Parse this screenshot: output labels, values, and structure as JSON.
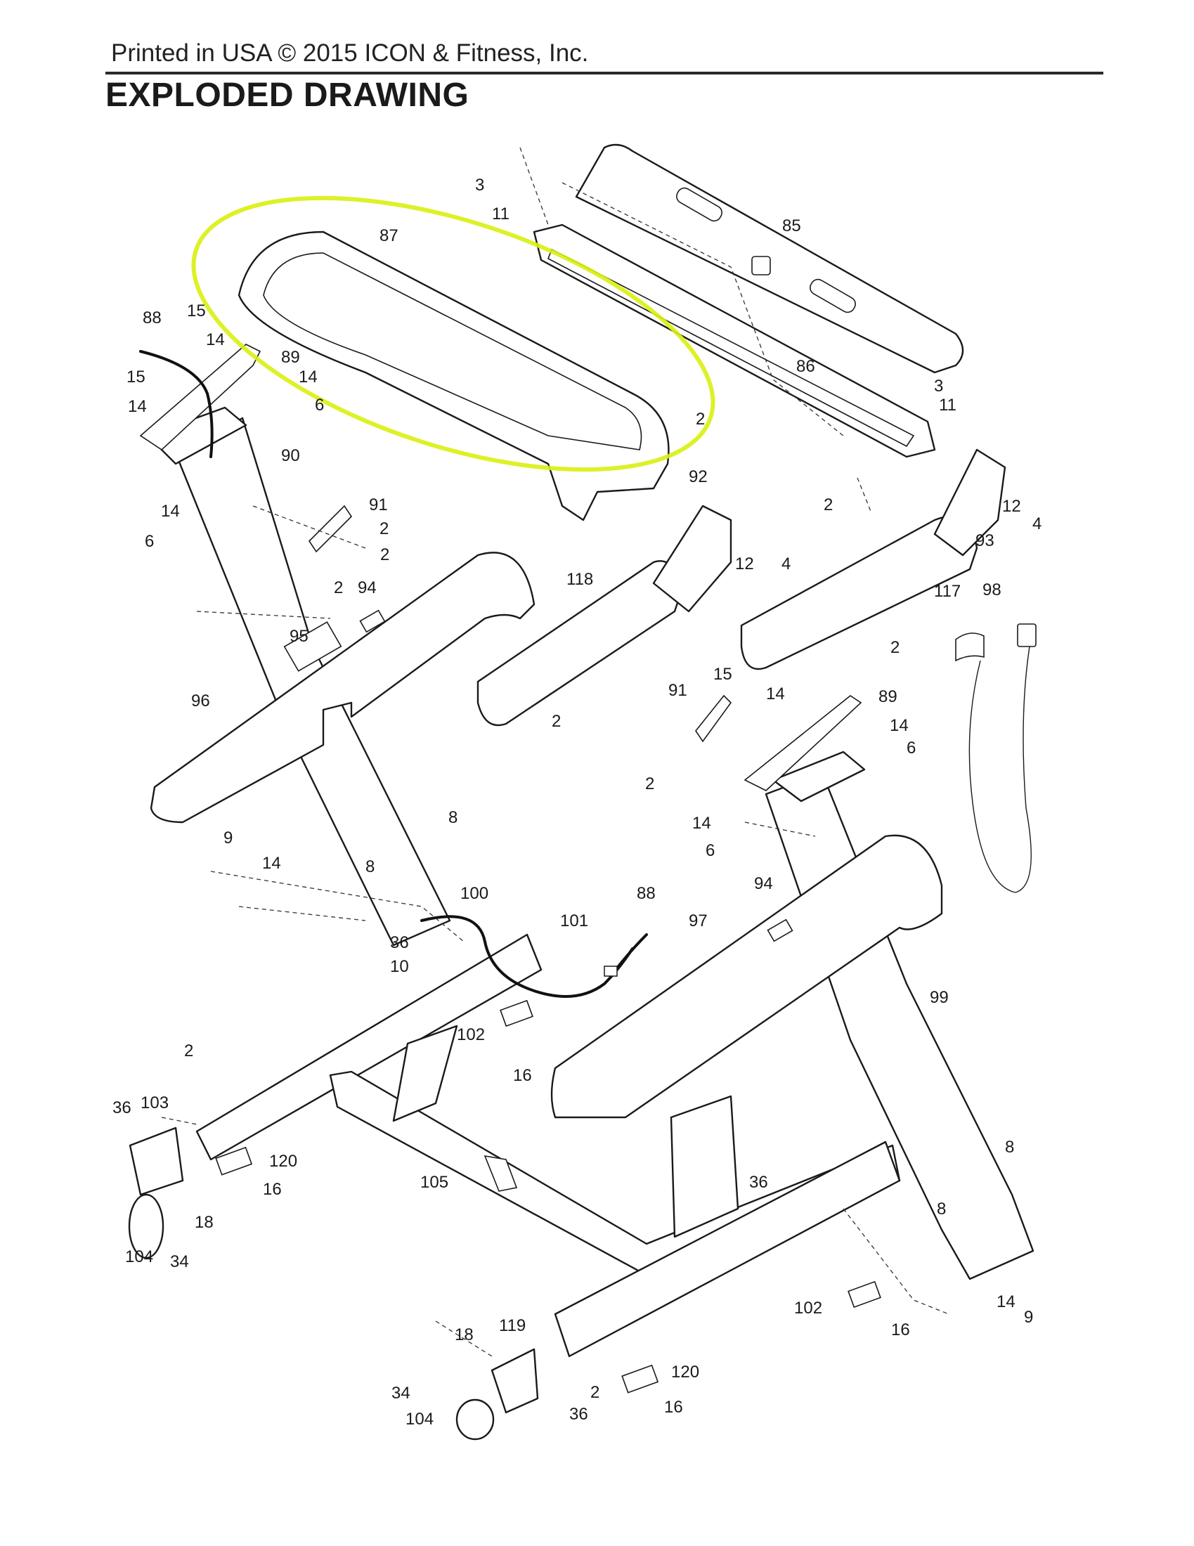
{
  "header": {
    "printed_line": "Printed in USA © 2015 ICON & Fitness, Inc.",
    "title": "EXPLODED DRAWING"
  },
  "highlight": {
    "color": "#d9f00f",
    "highlighted_part": "87"
  },
  "callouts": {
    "c87": "87",
    "c85": "85",
    "c86": "86",
    "c3a": "3",
    "c11a": "11",
    "c3b": "3",
    "c11b": "11",
    "c2a": "2",
    "c2b": "2",
    "c88a": "88",
    "c15a": "15",
    "c14a": "14",
    "c89a": "89",
    "c15b": "15",
    "c14b": "14",
    "c14c": "14",
    "c6a": "6",
    "c14d": "14",
    "c6b": "6",
    "c90": "90",
    "c91a": "91",
    "c2c": "2",
    "c2d": "2",
    "c2e": "2",
    "c94a": "94",
    "c95": "95",
    "c96": "96",
    "c92": "92",
    "c118": "118",
    "c12a": "12",
    "c4a": "4",
    "c93": "93",
    "c12b": "12",
    "c4b": "4",
    "c117": "117",
    "c98": "98",
    "c2f": "2",
    "c2g": "2",
    "c15c": "15",
    "c91b": "91",
    "c14e": "14",
    "c89b": "89",
    "c14f": "14",
    "c6c": "6",
    "c2h": "2",
    "c14g": "14",
    "c6d": "6",
    "c8a": "8",
    "c9a": "9",
    "c14h": "14",
    "c8b": "8",
    "c100": "100",
    "c88b": "88",
    "c94b": "94",
    "c97": "97",
    "c101": "101",
    "c36a": "36",
    "c10": "10",
    "c99": "99",
    "c102a": "102",
    "c16a": "16",
    "c2i": "2",
    "c36b": "36",
    "c103": "103",
    "c120a": "120",
    "c16b": "16",
    "c18a": "18",
    "c104a": "104",
    "c34a": "34",
    "c105": "105",
    "c36c": "36",
    "c8c": "8",
    "c8d": "8",
    "c102b": "102",
    "c16c": "16",
    "c14i": "14",
    "c9b": "9",
    "c18b": "18",
    "c119": "119",
    "c34b": "34",
    "c104b": "104",
    "c36d": "36",
    "c2j": "2",
    "c120b": "120",
    "c16d": "16"
  }
}
